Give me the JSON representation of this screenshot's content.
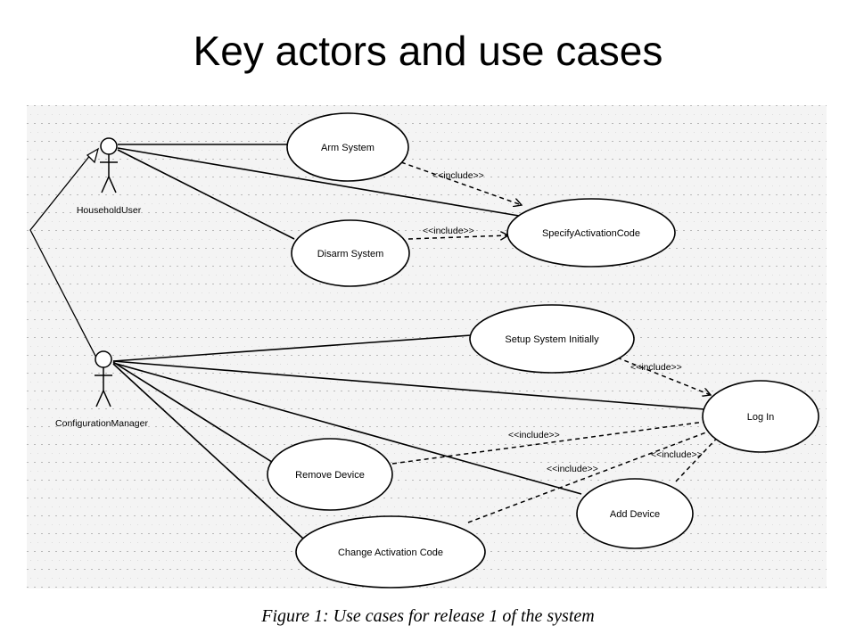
{
  "title": "Key actors and use cases",
  "caption": "Figure 1: Use cases for release 1 of the system",
  "actors": {
    "household_user": "HouseholdUser",
    "configuration_manager": "ConfigurationManager"
  },
  "use_cases": {
    "arm_system": "Arm System",
    "disarm_system": "Disarm System",
    "specify_activation_code": "SpecifyActivationCode",
    "setup_system_initially": "Setup System Initially",
    "log_in": "Log In",
    "remove_device": "Remove Device",
    "add_device": "Add Device",
    "change_activation_code": "Change Activation Code"
  },
  "include_label": "<<include>>"
}
